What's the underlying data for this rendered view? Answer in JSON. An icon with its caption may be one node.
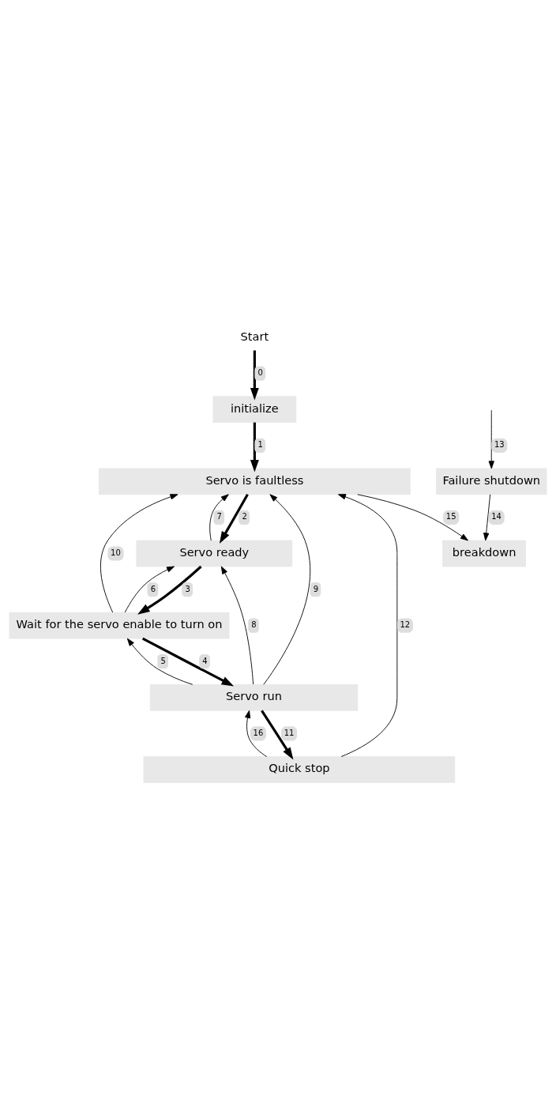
{
  "diagram": {
    "nodes": [
      {
        "text": [
          "Start"
        ]
      },
      {
        "text": [
          "initialize"
        ]
      },
      {
        "text": [
          "Servo is faultless"
        ]
      },
      {
        "text": [
          "Servo ready"
        ]
      },
      {
        "text": [
          "Wait for the servo enable to turn on"
        ]
      },
      {
        "text": [
          "Servo run"
        ]
      },
      {
        "text": [
          "Quick stop"
        ]
      },
      {
        "text": [
          "Failure shutdown"
        ]
      },
      {
        "text": [
          "breakdown"
        ]
      }
    ],
    "edges": [
      {
        "from": 0,
        "to": 1,
        "arrow": "to",
        "label": "0",
        "style": "thick"
      },
      {
        "from": 1,
        "to": 2,
        "arrow": "to",
        "label": "1",
        "style": "thick"
      },
      {
        "from": 2,
        "to": 3,
        "arrow": "to",
        "label": "2",
        "style": "thick"
      },
      {
        "from": 3,
        "to": 4,
        "arrow": "to",
        "label": "3",
        "style": "thick"
      },
      {
        "from": 4,
        "to": 5,
        "arrow": "to",
        "label": "4",
        "style": "thick"
      },
      {
        "from": 5,
        "to": 4,
        "arrow": "to",
        "label": "5"
      },
      {
        "from": 4,
        "to": 3,
        "arrow": "to",
        "label": "6"
      },
      {
        "from": 3,
        "to": 2,
        "arrow": "to",
        "label": "7"
      },
      {
        "from": 5,
        "to": 3,
        "arrow": "to",
        "label": "8"
      },
      {
        "from": 5,
        "to": 2,
        "arrow": "to",
        "label": "9"
      },
      {
        "from": 4,
        "to": 2,
        "arrow": "to",
        "label": "10"
      },
      {
        "from": 5,
        "to": 6,
        "arrow": "to",
        "label": "11",
        "style": "thick"
      },
      {
        "from": 6,
        "to": 2,
        "arrow": "to",
        "label": "12"
      },
      {
        "from": null,
        "to": 7,
        "arrow": "to",
        "label": "13"
      },
      {
        "from": 7,
        "to": 8,
        "arrow": "to",
        "label": "14"
      },
      {
        "from": 2,
        "to": 8,
        "arrow": "to",
        "label": "15"
      },
      {
        "from": 6,
        "to": 5,
        "arrow": "to",
        "label": "16"
      }
    ]
  }
}
